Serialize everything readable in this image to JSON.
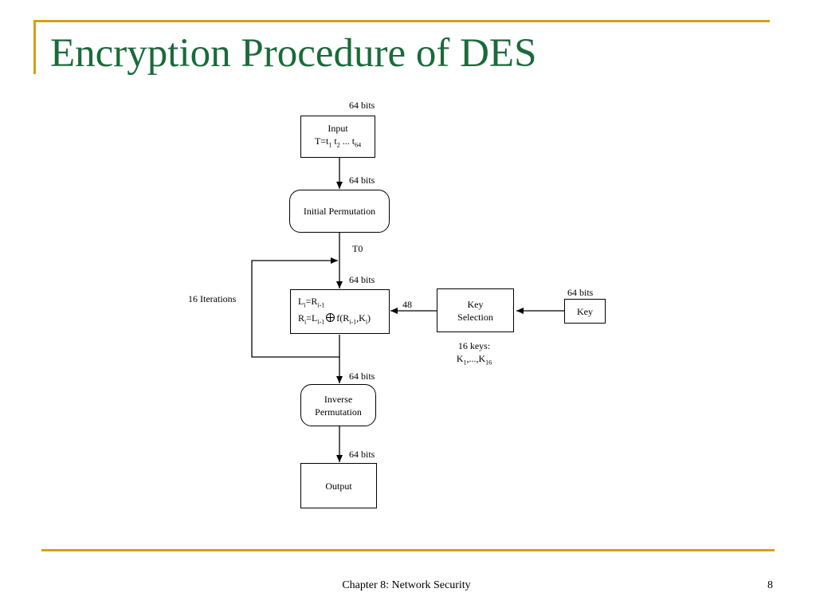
{
  "slide": {
    "title": "Encryption Procedure of DES",
    "footer_chapter": "Chapter 8: Network Security",
    "page_number": "8"
  },
  "diagram": {
    "input_bits": "64 bits",
    "input_box": {
      "line1": "Input",
      "line2_prefix": "T=t",
      "sub1": "1",
      "sep1": " t",
      "sub2": "2",
      "mid": " ... t",
      "sub3": "64"
    },
    "ip_bits": "64 bits",
    "initial_permutation": "Initial Permutation",
    "t0": "T0",
    "iter_bits": "64 bits",
    "iterations_label": "16 Iterations",
    "round": {
      "l_left": "L",
      "l_sub": "i",
      "l_eq": "=R",
      "l_sub2": "i-1",
      "r_left": "R",
      "r_sub": "i",
      "r_eq": "=L",
      "r_sub2": "i-1",
      "f_text": "f(R",
      "f_sub1": "i-1",
      "f_mid": ",K",
      "f_sub2": "i",
      "f_end": ")"
    },
    "key_width": "48",
    "key_selection": {
      "line1": "Key",
      "line2": "Selection"
    },
    "key_bits": "64 bits",
    "key": "Key",
    "keys_caption": {
      "line1": "16 keys:",
      "k": "K",
      "sub1": "1",
      "mid": ",...,K",
      "sub2": "16"
    },
    "inv_bits": "64 bits",
    "inverse_permutation": {
      "line1": "Inverse",
      "line2": "Permutation"
    },
    "out_bits": "64 bits",
    "output": "Output"
  }
}
